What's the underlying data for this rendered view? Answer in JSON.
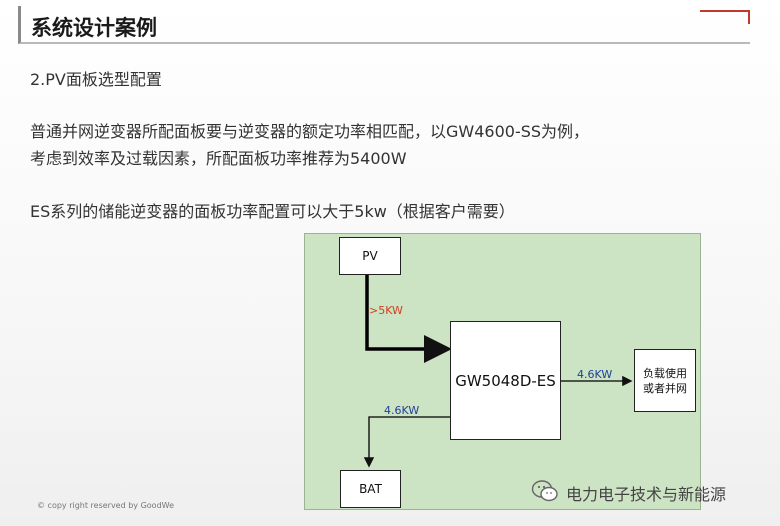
{
  "title": "系统设计案例",
  "subtitle": "2.PV面板选型配置",
  "paragraph1": [
    "普通并网逆变器所配面板要与逆变器的额定功率相匹配，以GW4600-SS为例，",
    "考虑到效率及过载因素，所配面板功率推荐为5400W"
  ],
  "paragraph2": "ES系列的储能逆变器的面板功率配置可以大于5kw（根据客户需要）",
  "diagram": {
    "pv": "PV",
    "inverter": "GW5048D-ES",
    "load": [
      "负载使用",
      "或者并网"
    ],
    "bat": "BAT",
    "pv_power": ">5KW",
    "load_power": "4.6KW",
    "bat_power": "4.6KW"
  },
  "copyright": "© copy right reserved by GoodWe",
  "watermark": "电力电子技术与新能源",
  "colors": {
    "diagram_bg": "#cce3c4",
    "accent_red": "#c0392b",
    "label_blue": "#1f3f99",
    "label_red": "#d0401f"
  }
}
